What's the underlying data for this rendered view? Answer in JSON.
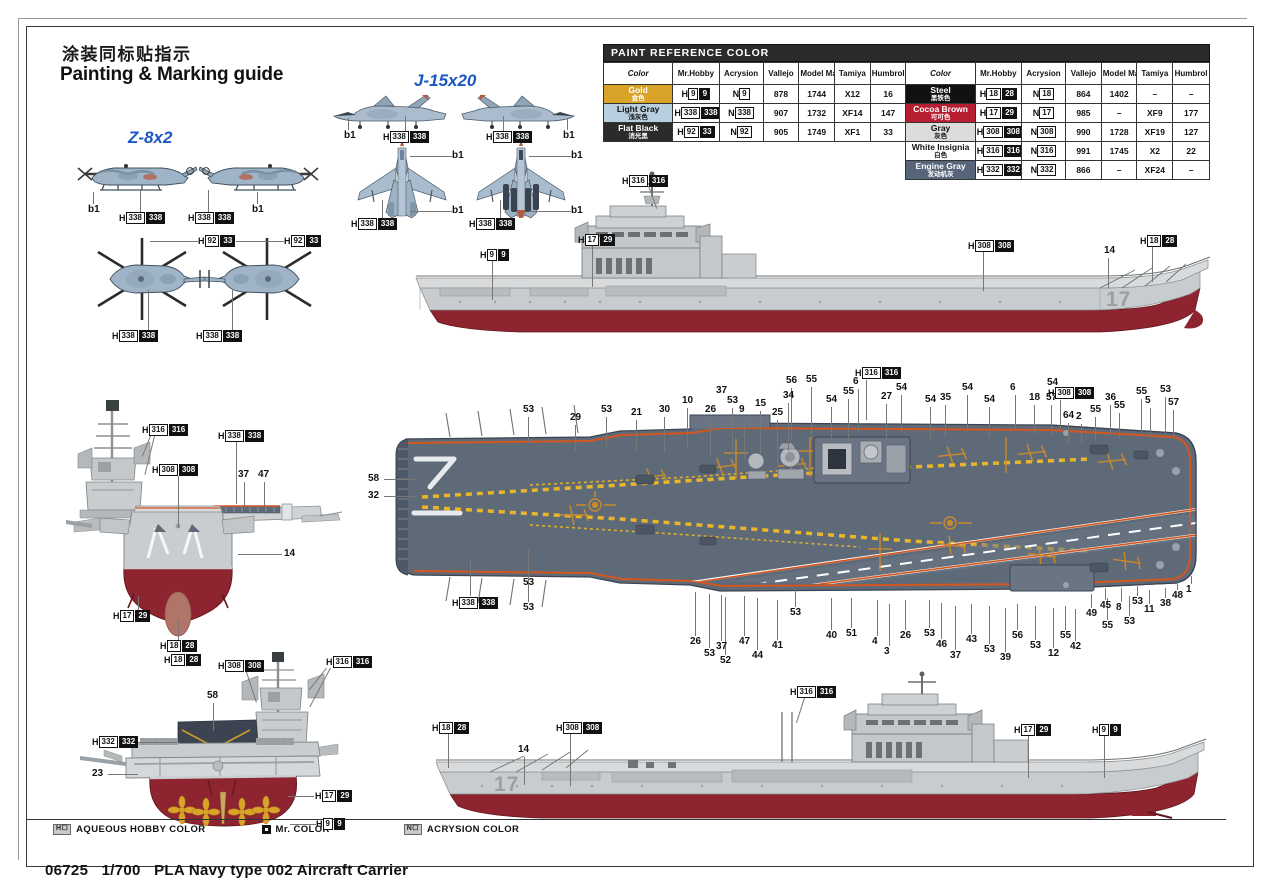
{
  "header": {
    "title_cn": "涂装同标贴指示",
    "title_en": "Painting & Marking guide"
  },
  "aircraft": {
    "helicopter_label": "Z-8x2",
    "jet_label": "J-15x20",
    "decal_b1": "b1"
  },
  "paint_table": {
    "header": "PAINT  REFERENCE COLOR",
    "columns": [
      "Color",
      "Mr.Hobby",
      "Acrysion",
      "Vallejo",
      "Model Master",
      "Tamiya",
      "Humbrol"
    ],
    "left_rows": [
      {
        "name": "Gold",
        "name_cn": "金色",
        "swatch": "#d9a328",
        "text_color": "#ffffff",
        "mrhobby_num": "9",
        "mrhobby_mr": "9",
        "acrysion": "9",
        "vallejo": "878",
        "model_master": "1744",
        "tamiya": "X12",
        "humbrol": "16"
      },
      {
        "name": "Light Gray",
        "name_cn": "浅灰色",
        "swatch": "#b8cfdf",
        "text_color": "#111111",
        "mrhobby_num": "338",
        "mrhobby_mr": "338",
        "acrysion": "338",
        "vallejo": "907",
        "model_master": "1732",
        "tamiya": "XF14",
        "humbrol": "147"
      },
      {
        "name": "Flat Black",
        "name_cn": "消光黑",
        "swatch": "#2b2b2b",
        "text_color": "#ffffff",
        "mrhobby_num": "92",
        "mrhobby_mr": "33",
        "acrysion": "92",
        "vallejo": "905",
        "model_master": "1749",
        "tamiya": "XF1",
        "humbrol": "33"
      }
    ],
    "right_rows": [
      {
        "name": "Steel",
        "name_cn": "黑铁色",
        "swatch": "#111111",
        "text_color": "#ffffff",
        "mrhobby_num": "18",
        "mrhobby_mr": "28",
        "acrysion": "18",
        "vallejo": "864",
        "model_master": "1402",
        "tamiya": "–",
        "humbrol": "–"
      },
      {
        "name": "Cocoa Brown",
        "name_cn": "可可色",
        "swatch": "#b71e31",
        "text_color": "#ffffff",
        "mrhobby_num": "17",
        "mrhobby_mr": "29",
        "acrysion": "17",
        "vallejo": "985",
        "model_master": "–",
        "tamiya": "XF9",
        "humbrol": "177"
      },
      {
        "name": "Gray",
        "name_cn": "灰色",
        "swatch": "#dcdcdc",
        "text_color": "#111111",
        "mrhobby_num": "308",
        "mrhobby_mr": "308",
        "acrysion": "308",
        "vallejo": "990",
        "model_master": "1728",
        "tamiya": "XF19",
        "humbrol": "127"
      },
      {
        "name": "White Insignia",
        "name_cn": "白色",
        "swatch": "#ffffff",
        "text_color": "#111111",
        "mrhobby_num": "316",
        "mrhobby_mr": "316",
        "acrysion": "316",
        "vallejo": "991",
        "model_master": "1745",
        "tamiya": "X2",
        "humbrol": "22"
      },
      {
        "name": "Engine Gray",
        "name_cn": "发动机灰",
        "swatch": "#56657a",
        "text_color": "#ffffff",
        "mrhobby_num": "332",
        "mrhobby_mr": "332",
        "acrysion": "332",
        "vallejo": "866",
        "model_master": "–",
        "tamiya": "XF24",
        "humbrol": "–"
      }
    ]
  },
  "badges": {
    "gold": {
      "h": "H",
      "num": "9",
      "mr": "9"
    },
    "light_gray": {
      "h": "H",
      "num": "338",
      "mr": "338"
    },
    "flat_black": {
      "h": "H",
      "num": "92",
      "mr": "33"
    },
    "steel": {
      "h": "H",
      "num": "18",
      "mr": "28"
    },
    "cocoa_brown": {
      "h": "H",
      "num": "17",
      "mr": "29"
    },
    "gray": {
      "h": "H",
      "num": "308",
      "mr": "308"
    },
    "white_insignia": {
      "h": "H",
      "num": "316",
      "mr": "316"
    },
    "engine_gray": {
      "h": "H",
      "num": "332",
      "mr": "332"
    }
  },
  "hull_number": "17",
  "callouts": {
    "front_view": [
      "37",
      "47",
      "14"
    ],
    "rear_view": [
      "58",
      "23"
    ],
    "top_profile": [
      "14"
    ],
    "bottom_profile": [
      "14"
    ],
    "deck_left": [
      "58",
      "32"
    ],
    "deck_top": [
      "53",
      "29",
      "53",
      "21",
      "30",
      "10",
      "26",
      "53",
      "37",
      "9",
      "15",
      "34",
      "25",
      "56",
      "55",
      "54",
      "55",
      "6",
      "27",
      "54",
      "54",
      "35",
      "54",
      "54",
      "6",
      "18",
      "57",
      "54",
      "64",
      "2",
      "55",
      "36",
      "55",
      "55",
      "5",
      "53",
      "57"
    ],
    "deck_bottom": [
      "53",
      "53",
      "26",
      "53",
      "52",
      "37",
      "47",
      "44",
      "41",
      "53",
      "40",
      "51",
      "4",
      "3",
      "26",
      "53",
      "46",
      "37",
      "43",
      "53",
      "39",
      "56",
      "53",
      "12",
      "55",
      "42",
      "49",
      "45",
      "8",
      "53",
      "11",
      "38",
      "48",
      "1",
      "55",
      "53"
    ]
  },
  "legend": {
    "aqueous_tag": "H☐",
    "aqueous": "AQUEOUS HOBBY COLOR",
    "mr_color": "Mr. COLOR",
    "acrysion_tag": "N☐",
    "acrysion": "ACRYSION COLOR"
  },
  "footer": {
    "kit_number": "06725",
    "scale": "1/700",
    "kit_name": "PLA Navy type 002 Aircraft Carrier"
  },
  "colors": {
    "deck_gray": "#5f6a79",
    "deck_line_orange": "#d4561f",
    "hull_red": "#8e2430",
    "hull_gray": "#c9ccce",
    "accent_blue": "#1a56c4",
    "yellow_marking": "#e9b52a"
  }
}
